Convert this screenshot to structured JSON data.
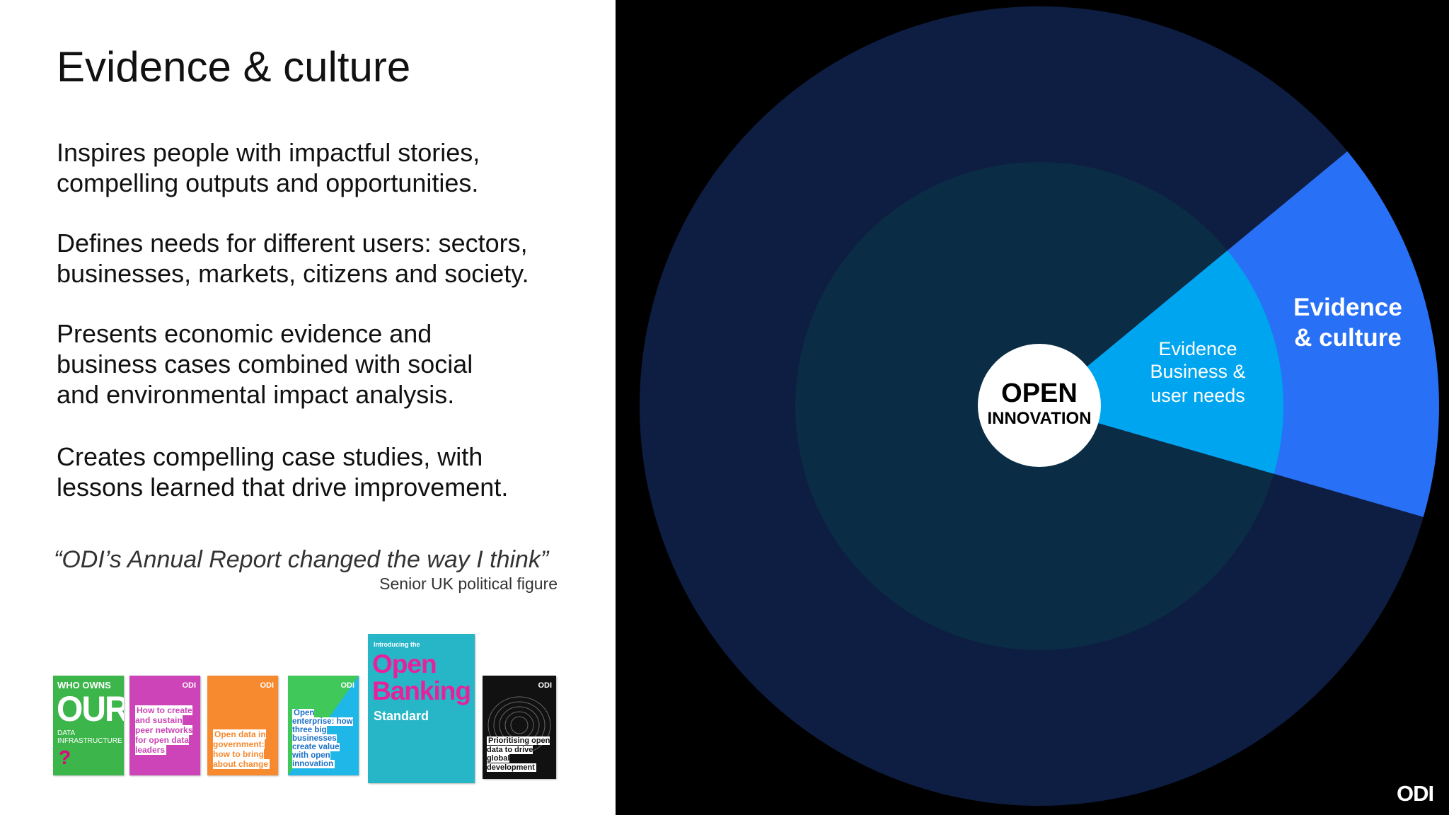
{
  "left": {
    "title": "Evidence & culture",
    "paragraphs": [
      [
        "Inspires people with impactful stories,",
        "compelling outputs and opportunities."
      ],
      [
        "Defines needs for different users: sectors,",
        "businesses, markets, citizens and society."
      ],
      [
        "Presents economic evidence and",
        "business cases combined with social",
        "and environmental impact analysis."
      ],
      [
        "Creates compelling case studies, with",
        "lessons learned that drive improvement."
      ]
    ],
    "quote": "“ODI’s Annual Report changed the way I think”",
    "attribution": "Senior UK political figure"
  },
  "covers": {
    "c1": {
      "small": "WHO OWNS",
      "big": "OUR",
      "sub1": "DATA",
      "sub2": "INFRASTRUCTURE",
      "mark": "?"
    },
    "c2": {
      "title": "How to create and sustain peer networks for open data leaders"
    },
    "c3": {
      "title": "Open data in government: how to bring about change"
    },
    "c4": {
      "title": "Open enterprise: how three big businesses create value with open innovation"
    },
    "c5": {
      "intro": "Introducing the",
      "big1": "Open",
      "big2": "Banking",
      "std": "Standard"
    },
    "c6": {
      "title": "Prioritising open data to drive global development"
    },
    "logo_text": "ODI"
  },
  "diagram": {
    "center_line1": "OPEN",
    "center_line2": "INNOVATION",
    "inner_label": [
      "Evidence",
      "Business &",
      "user needs"
    ],
    "outer_label": [
      "Evidence",
      "& culture"
    ],
    "colors": {
      "outer_ring": "#0e1d42",
      "inner_ring": "#0a2c44",
      "outer_wedge": "#2870f5",
      "inner_wedge": "#00a5f0",
      "center": "#ffffff"
    }
  },
  "brand": {
    "logo": "ODI"
  }
}
